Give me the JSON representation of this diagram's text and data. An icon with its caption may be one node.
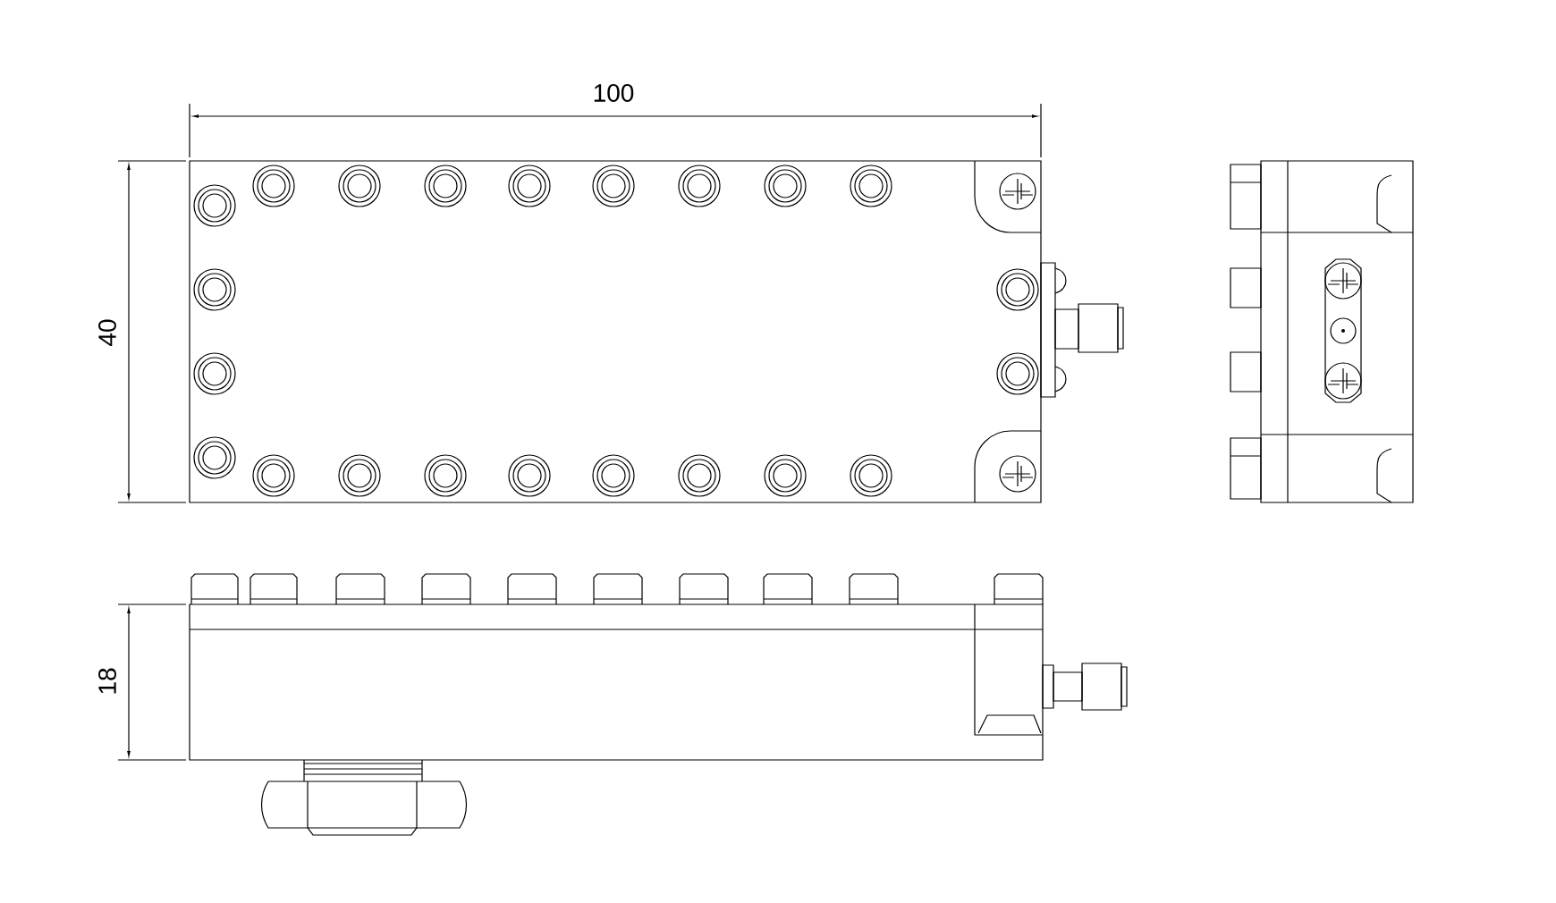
{
  "diagram": {
    "labels": [
      "100",
      "40",
      "18"
    ]
  }
}
